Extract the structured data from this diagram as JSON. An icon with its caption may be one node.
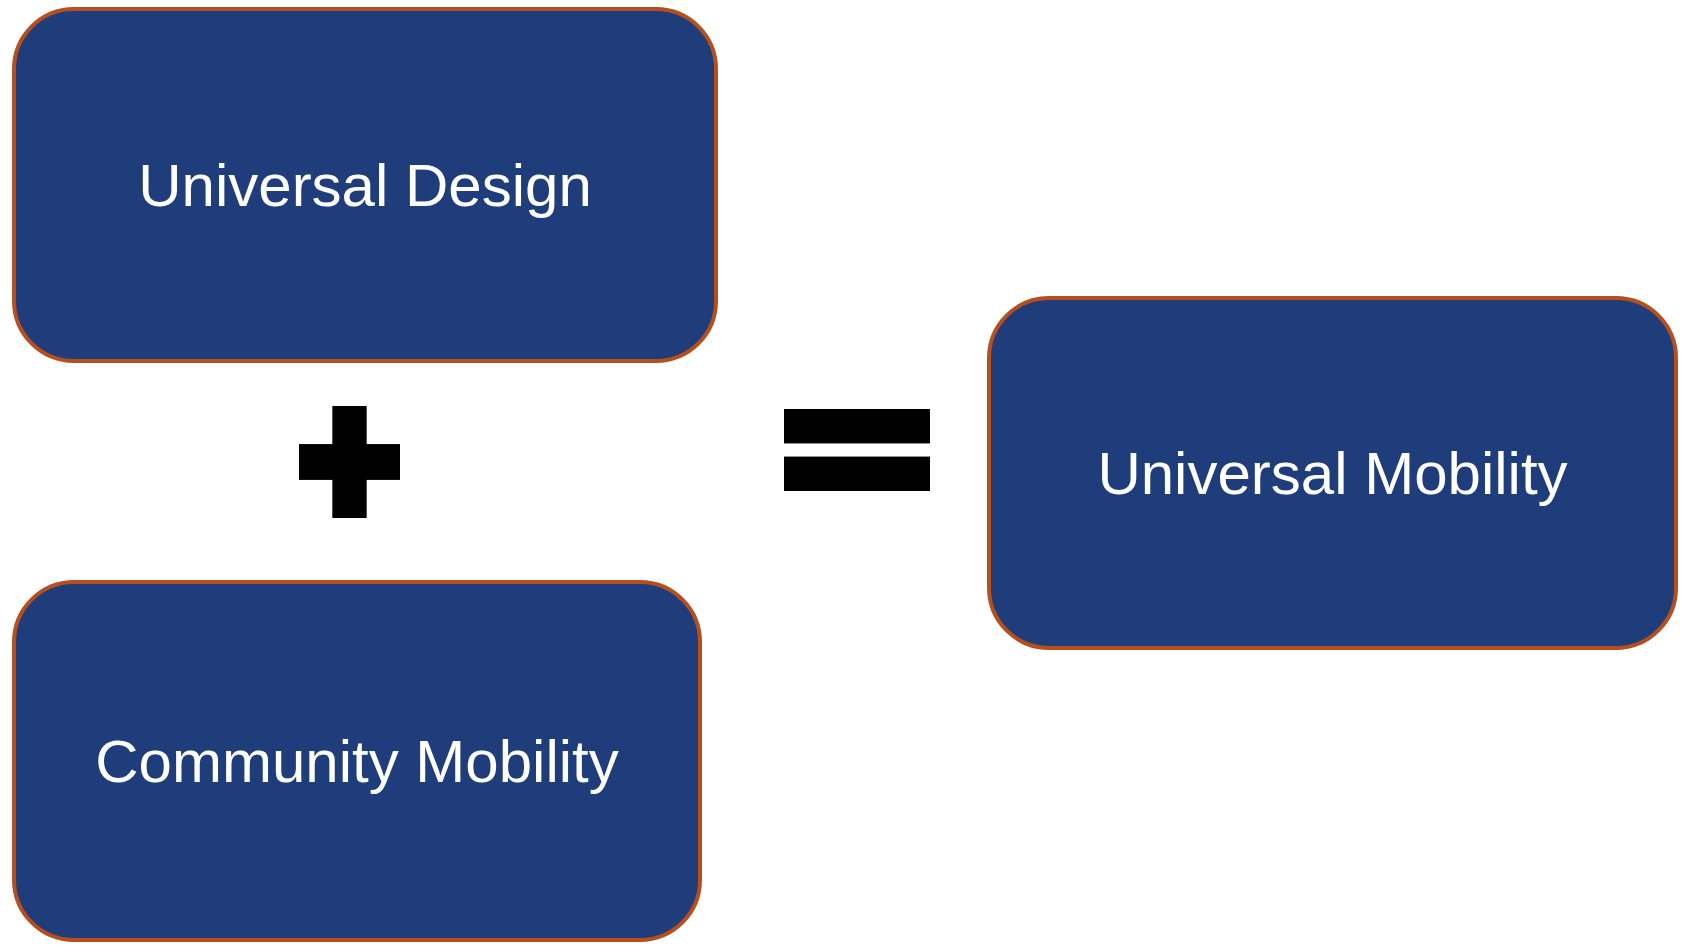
{
  "diagram": {
    "nodes": [
      {
        "text": [
          "Universal Design"
        ]
      },
      {
        "text": [],
        "shape": "plus"
      },
      {
        "text": [
          "Community Mobility"
        ]
      },
      {
        "text": [],
        "shape": "equals"
      },
      {
        "text": [
          "Universal Mobility"
        ]
      }
    ]
  }
}
